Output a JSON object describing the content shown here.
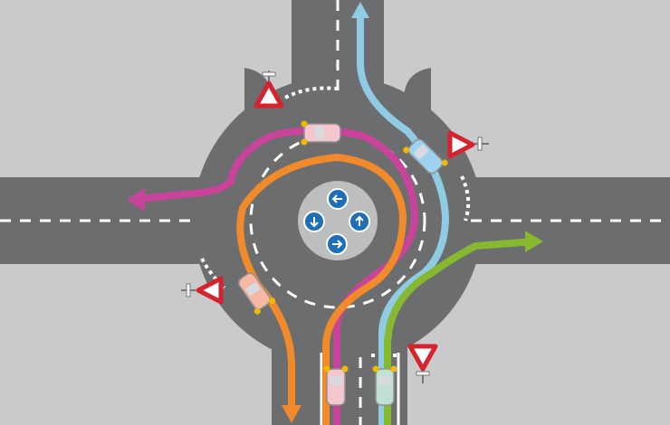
{
  "colors": {
    "background": "#c9cacb",
    "road": "#6c6d6f",
    "island": "#bdbebf",
    "lane_marking": "#ffffff",
    "sign_red": "#d5232e",
    "sign_blue": "#1f6fb8",
    "route_magenta": "#c8449a",
    "route_orange": "#f08a2a",
    "route_light_blue": "#8fcbe3",
    "route_green": "#86b830"
  },
  "roundabout": {
    "center_sign": {
      "icon_names": [
        "arrow-left-icon",
        "arrow-down-icon",
        "arrow-up-icon",
        "arrow-right-icon"
      ]
    }
  },
  "routes": [
    {
      "id": "left-turn",
      "color": "#c8449a"
    },
    {
      "id": "u-turn",
      "color": "#f08a2a"
    },
    {
      "id": "straight-ahead",
      "color": "#8fcbe3"
    },
    {
      "id": "right-turn",
      "color": "#86b830"
    }
  ],
  "vehicles": [
    {
      "id": "car-bottom-left-lane",
      "color": "#f4c7cf"
    },
    {
      "id": "car-bottom-right-lane",
      "color": "#bfe0d3"
    },
    {
      "id": "car-circle-left",
      "color": "#f7b7a5"
    },
    {
      "id": "car-circle-top",
      "color": "#f4c7cf"
    },
    {
      "id": "car-circle-right",
      "color": "#9fd2f0"
    }
  ],
  "yield_signs": [
    "yield-sign-top",
    "yield-sign-right",
    "yield-sign-left",
    "yield-sign-bottom"
  ]
}
